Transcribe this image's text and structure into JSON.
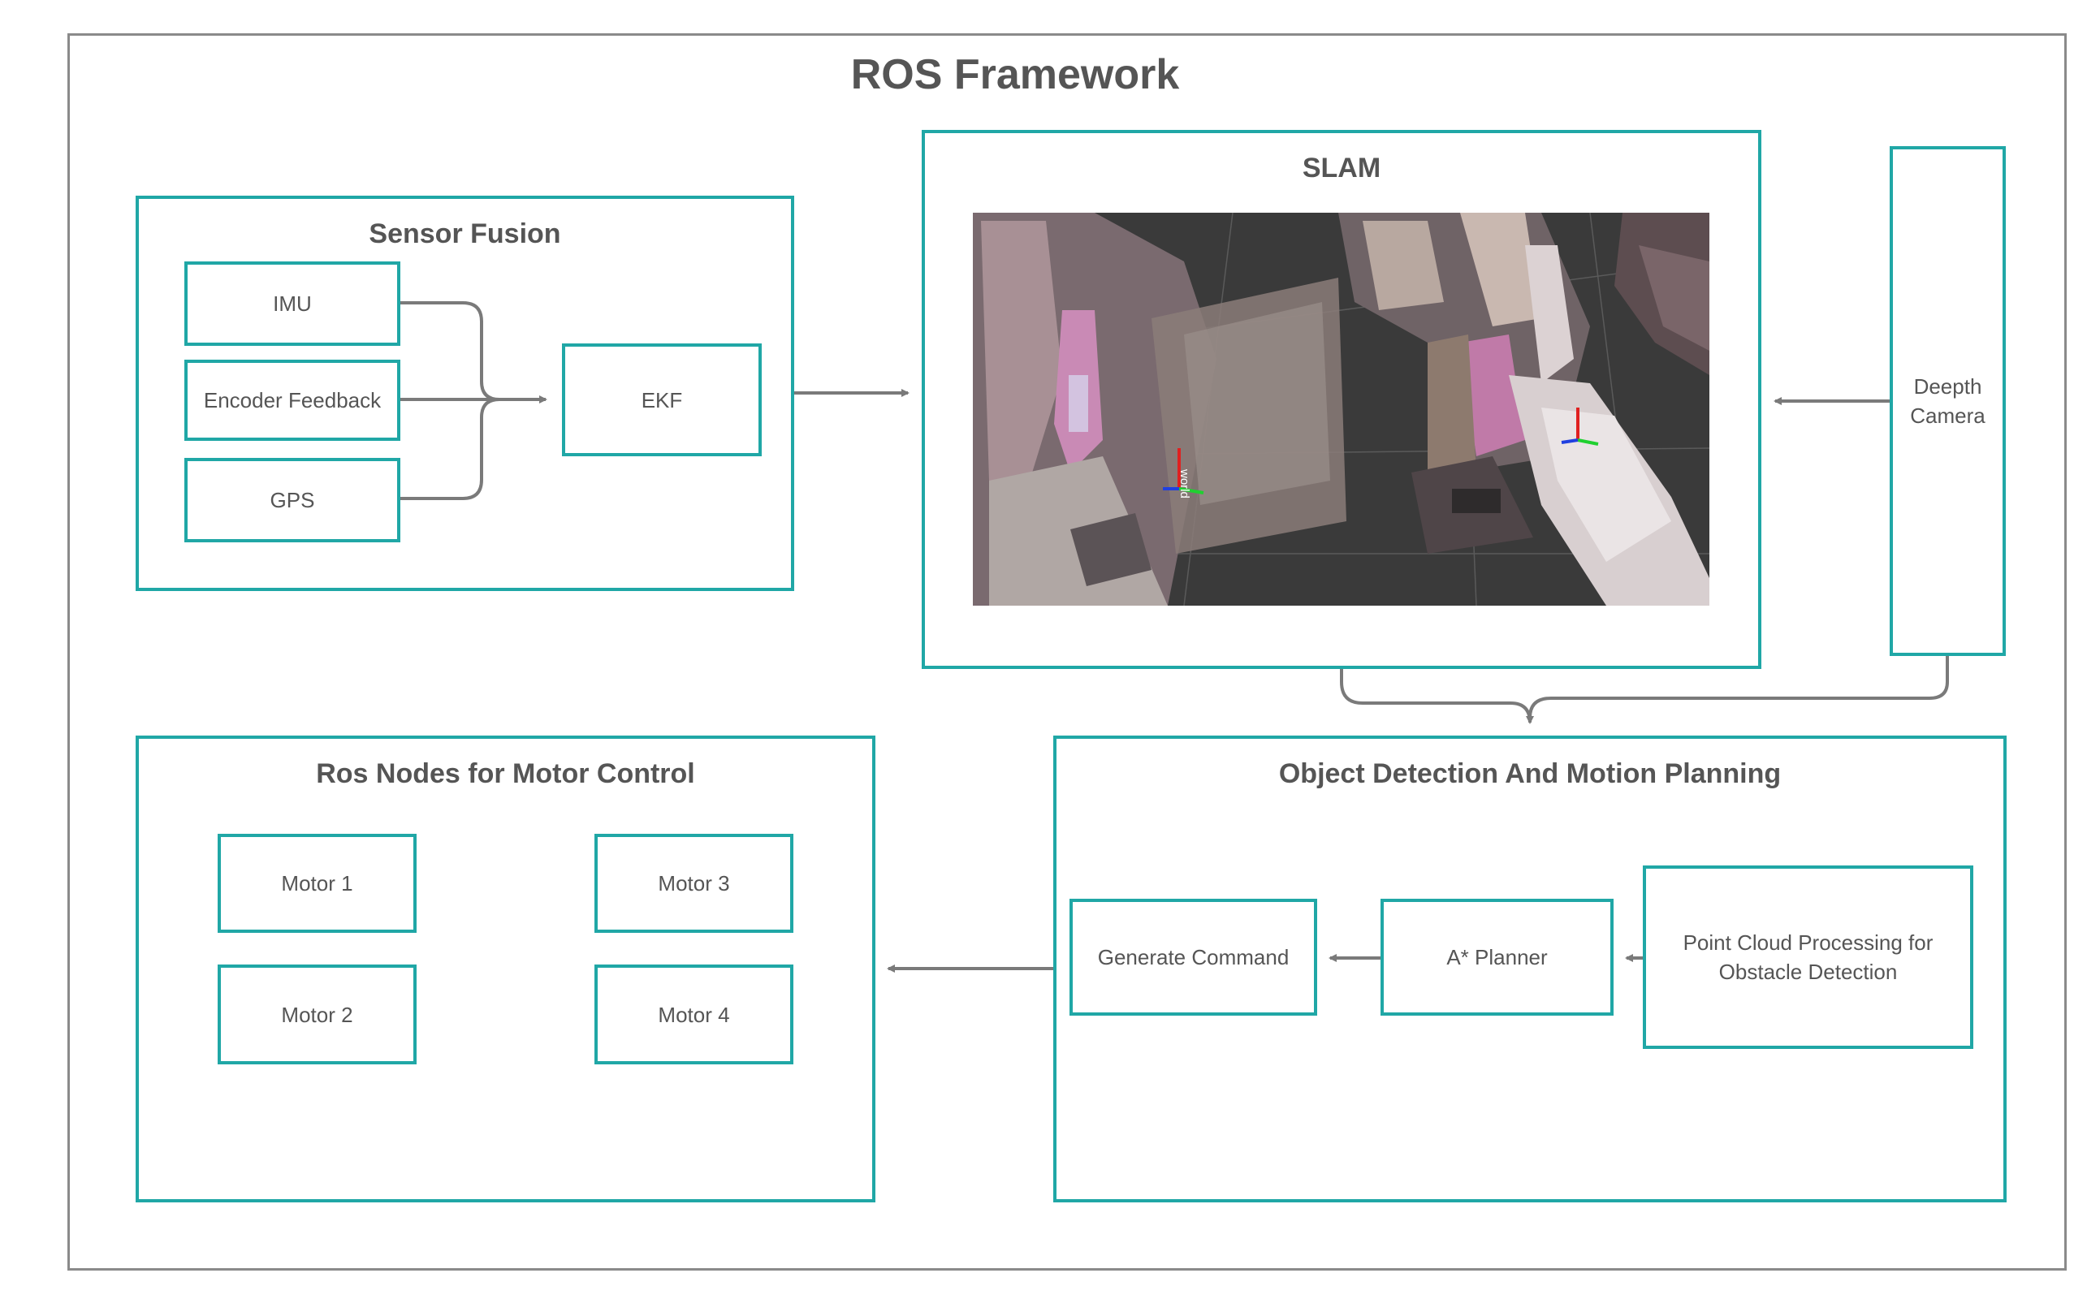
{
  "framework": {
    "title": "ROS Framework"
  },
  "sensor_fusion": {
    "title": "Sensor Fusion",
    "inputs": [
      "IMU",
      "Encoder Feedback",
      "GPS"
    ],
    "ekf": "EKF"
  },
  "slam": {
    "title": "SLAM",
    "view_label": "world"
  },
  "camera": {
    "label": "Deepth\nCamera"
  },
  "motor_control": {
    "title": "Ros Nodes for Motor Control",
    "motors": [
      "Motor 1",
      "Motor 2",
      "Motor 3",
      "Motor 4"
    ]
  },
  "object_detection": {
    "title": "Object Detection And Motion Planning",
    "generate": "Generate Command",
    "planner": "A* Planner",
    "pointcloud": "Point Cloud Processing for\nObstacle Detection"
  },
  "colors": {
    "accent": "#20a7a6",
    "frame": "#8a8a8a",
    "arrow": "#7a7a7a",
    "text": "#555555"
  }
}
